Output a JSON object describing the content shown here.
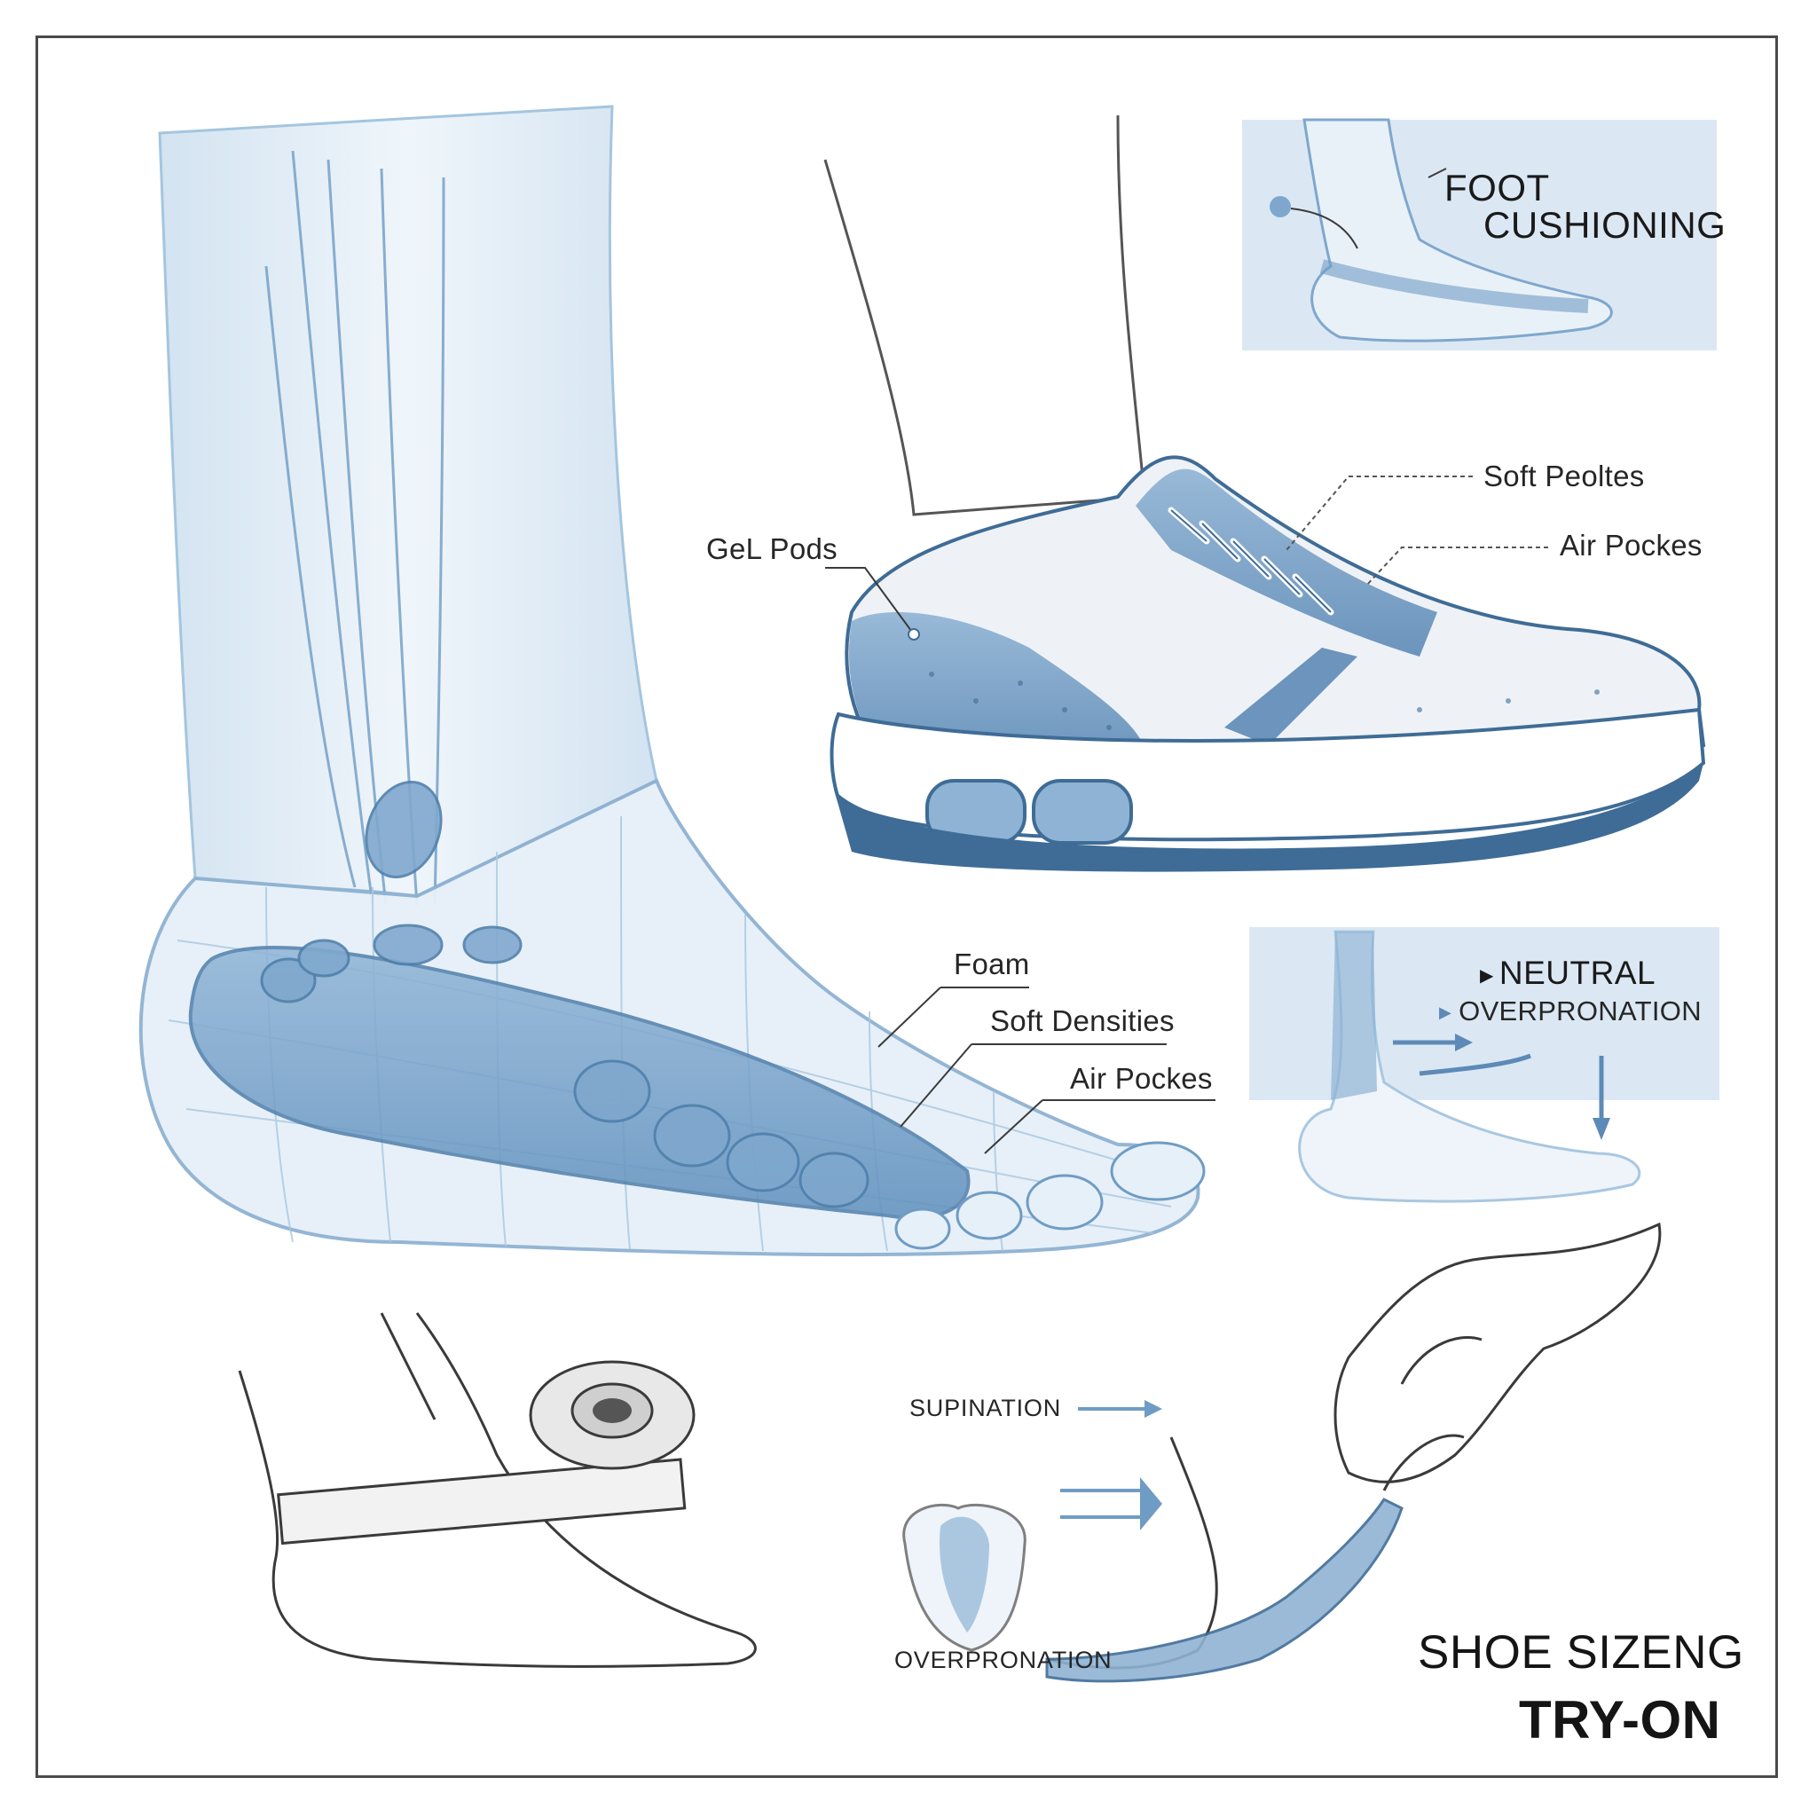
{
  "labels": {
    "foot_cushioning_line1": "FOOT",
    "foot_cushioning_line2": "CUSHIONING",
    "soft_pockets": "Soft Peoltes",
    "air_pockets_top": "Air Pockes",
    "gel_pods": "GeL Pods",
    "foam": "Foam",
    "soft_densities": "Soft Densities",
    "air_pockets_bottom": "Air Pockes",
    "neutral": "NEUTRAL",
    "overpronation_panel": "OVERPRONATION",
    "supination": "SUPINATION",
    "overpronation_insole": "OVERPRONATION"
  },
  "title": {
    "line1": "SHOE SIZENG",
    "line2": "TRY-ON"
  },
  "colors": {
    "accent_blue": "#6f9cc4",
    "deep_blue": "#3f6c96",
    "pale_blue": "#d6e6f3",
    "panel_blue": "#dbe8f4",
    "outline": "#3a3a3a"
  }
}
